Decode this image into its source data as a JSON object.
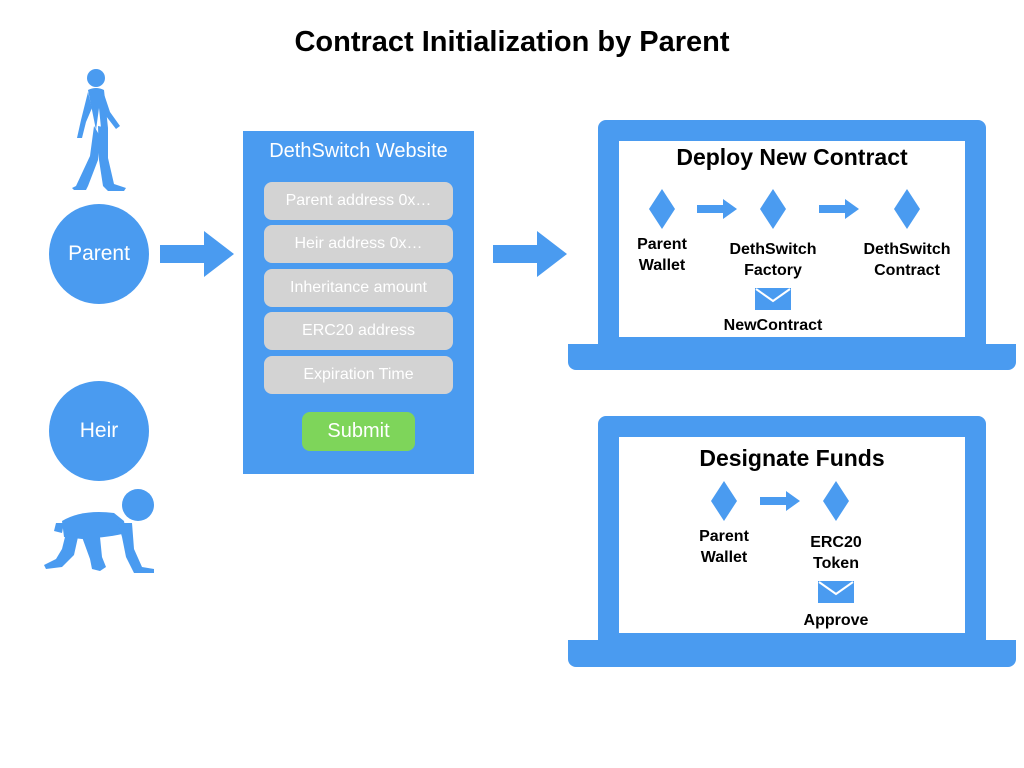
{
  "title": "Contract Initialization by Parent",
  "actors": {
    "parent_label": "Parent",
    "heir_label": "Heir"
  },
  "website": {
    "title": "DethSwitch Website",
    "fields": [
      "Parent address 0x…",
      "Heir address 0x…",
      "Inheritance amount",
      "ERC20 address",
      "Expiration Time"
    ],
    "submit_label": "Submit"
  },
  "deploy_panel": {
    "title": "Deploy New Contract",
    "nodes": [
      "Parent\nWallet",
      "DethSwitch\nFactory",
      "DethSwitch\nContract"
    ],
    "event_label": "NewContract"
  },
  "funds_panel": {
    "title": "Designate Funds",
    "nodes": [
      "Parent\nWallet",
      "ERC20\nToken"
    ],
    "event_label": "Approve"
  },
  "colors": {
    "primary_blue": "#4a9bf0",
    "field_gray": "#d3d3d3",
    "submit_green": "#7ed55a"
  },
  "icons": [
    "walking-person-icon",
    "crawling-baby-icon",
    "ethereum-diamond-icon",
    "envelope-icon",
    "arrow-right-icon"
  ]
}
